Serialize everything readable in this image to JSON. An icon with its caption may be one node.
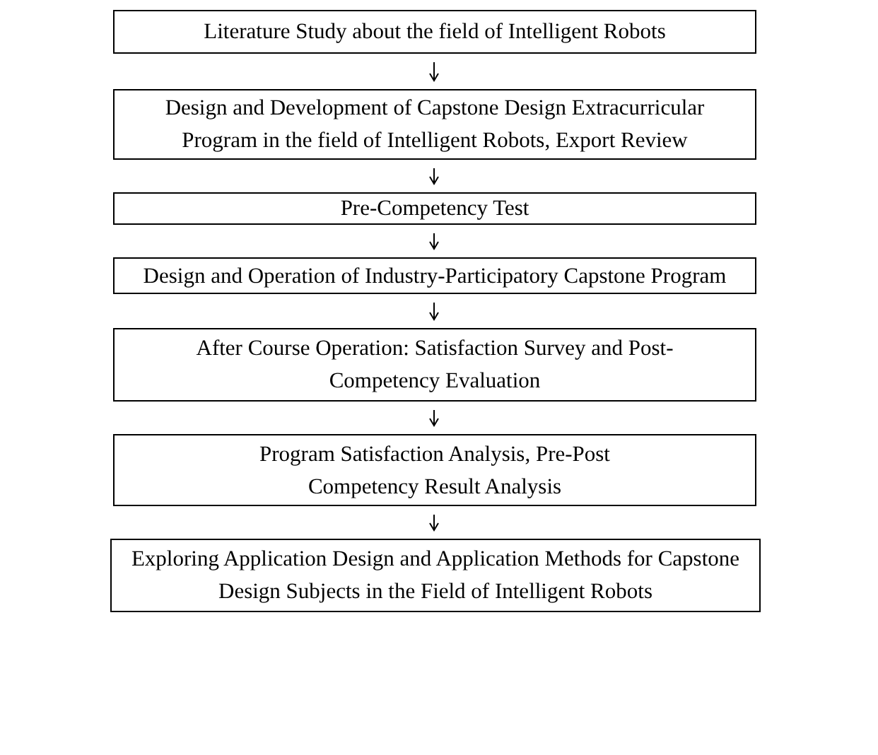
{
  "diagram": {
    "nodes": [
      {
        "text": [
          "Literature Study about the field of Intelligent Robots"
        ]
      },
      {
        "text": [
          "Design and Development of Capstone Design Extracurricular Program in the field of Intelligent Robots, Export Review"
        ]
      },
      {
        "text": [
          "Pre-Competency Test"
        ]
      },
      {
        "text": [
          "Design and Operation of Industry-Participatory Capstone Program"
        ]
      },
      {
        "text": [
          "After Course Operation: Satisfaction Survey and Post-Competency Evaluation"
        ]
      },
      {
        "text": [
          "Program Satisfaction Analysis, Pre-Post Competency Result Analysis"
        ]
      },
      {
        "text": [
          "Exploring Application Design and Application Methods for Capstone Design Subjects in the Field of Intelligent Robots"
        ]
      }
    ],
    "edges": [
      {
        "from": 0,
        "to": 1,
        "arrow": "to"
      },
      {
        "from": 1,
        "to": 2,
        "arrow": "to"
      },
      {
        "from": 2,
        "to": 3,
        "arrow": "to"
      },
      {
        "from": 3,
        "to": 4,
        "arrow": "to"
      },
      {
        "from": 4,
        "to": 5,
        "arrow": "to"
      },
      {
        "from": 5,
        "to": 6,
        "arrow": "to"
      }
    ]
  }
}
